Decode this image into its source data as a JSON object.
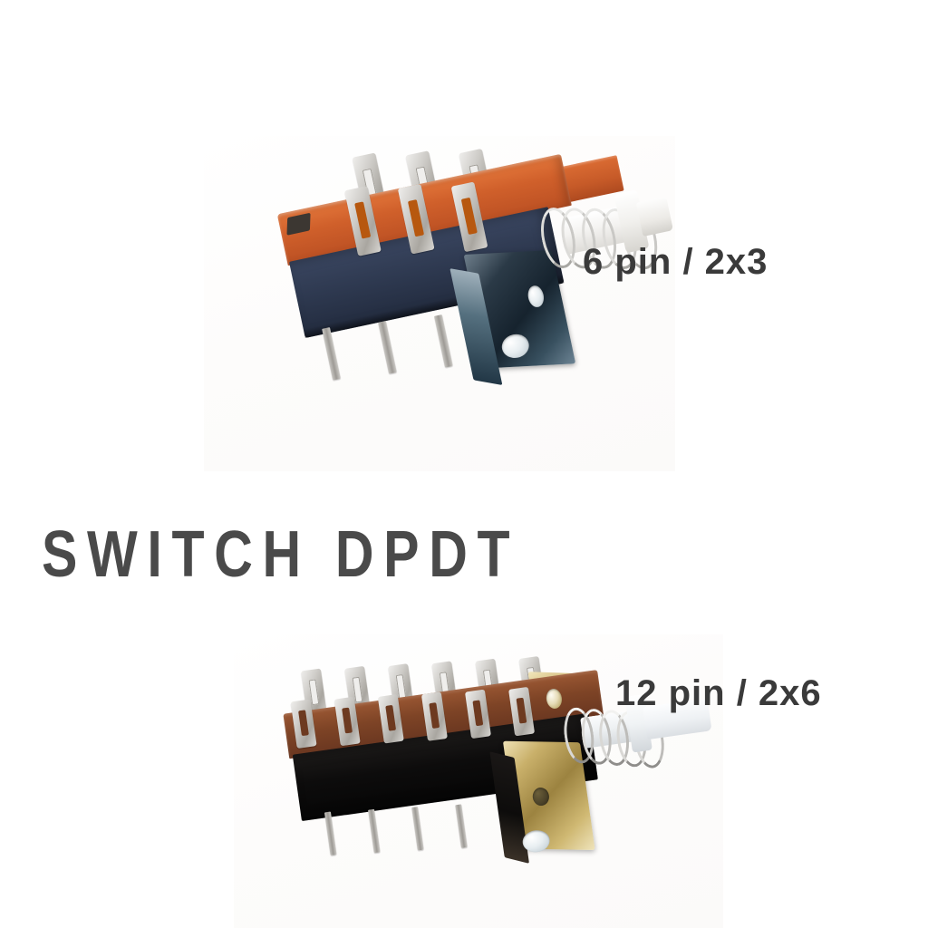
{
  "page": {
    "background_color": "#ffffff",
    "title": "SWITCH DPDT",
    "title_color": "#4a4a4a"
  },
  "products": [
    {
      "id": "switch-6pin",
      "label": "6 pin / 2x3",
      "label_color": "#3a3a3a",
      "body_upper_color": "#d0602b",
      "body_lower_color": "#2e3950",
      "bracket_color": "#2b3a47",
      "terminal_count": 6,
      "terminal_rows": 2,
      "terminals_per_row": 3,
      "pin_count": 3,
      "plunger_color": "#f4f3f1",
      "spring_color": "#c9c8c5"
    },
    {
      "id": "switch-12pin",
      "label": "12 pin / 2x6",
      "label_color": "#3a3a3a",
      "body_upper_color": "#7e4426",
      "body_lower_color": "#0d0c0c",
      "bracket_color": "#c9b06a",
      "terminal_count": 12,
      "terminal_rows": 2,
      "terminals_per_row": 6,
      "pin_count": 6,
      "plunger_color": "#eef1f3",
      "spring_color": "#bdbcb9"
    }
  ]
}
